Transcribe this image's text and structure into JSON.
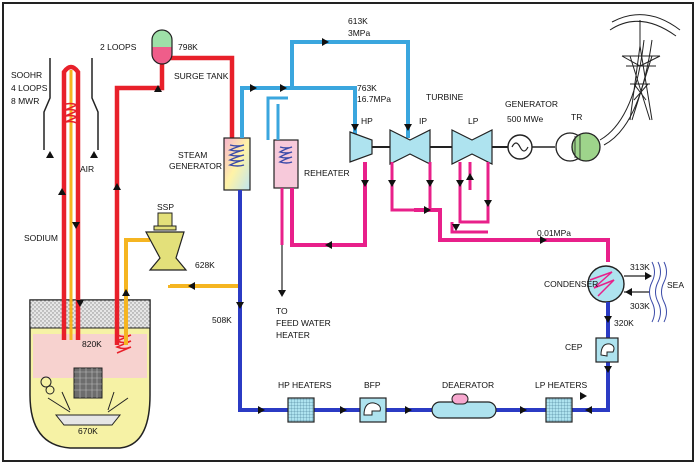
{
  "labels": {
    "soohr": "SOOHR",
    "loops4": "4 LOOPS",
    "mwr": "8 MWR",
    "loops2": "2 LOOPS",
    "k798": "798K",
    "surge_tank": "SURGE TANK",
    "k613": "613K",
    "mpa3": "3MPa",
    "k763": "763K",
    "mpa167": "16.7MPa",
    "turbine": "TURBINE",
    "generator": "GENERATOR",
    "mwe": "500 MWe",
    "tr": "TR",
    "hp": "HP",
    "ip": "IP",
    "lp": "LP",
    "air": "AIR",
    "steam": "STEAM",
    "generator2": "GENERATOR",
    "reheater": "REHEATER",
    "ssp": "SSP",
    "sodium": "SODIUM",
    "k628": "628K",
    "mpa001": "0.01MPa",
    "k313": "313K",
    "k303": "303K",
    "condenser": "CONDENSER",
    "sea": "SEA",
    "to": "TO",
    "feed_water": "FEED WATER",
    "heater": "HEATER",
    "k508": "508K",
    "k820": "820K",
    "k320": "320K",
    "cep": "CEP",
    "k670": "670K",
    "hp_heaters": "HP HEATERS",
    "bfp": "BFP",
    "deaerator": "DEAERATOR",
    "lp_heaters": "LP HEATERS"
  },
  "colors": {
    "sodium_hot": "#e8202a",
    "sodium_cold": "#f5b521",
    "steam": "#3aa6de",
    "reheat": "#e8208a",
    "feed_water": "#2b3bc4",
    "component_fill": "#aee3ef",
    "vessel_fill": "#f6f2a5",
    "sodium_pool": "#f7c9da"
  }
}
